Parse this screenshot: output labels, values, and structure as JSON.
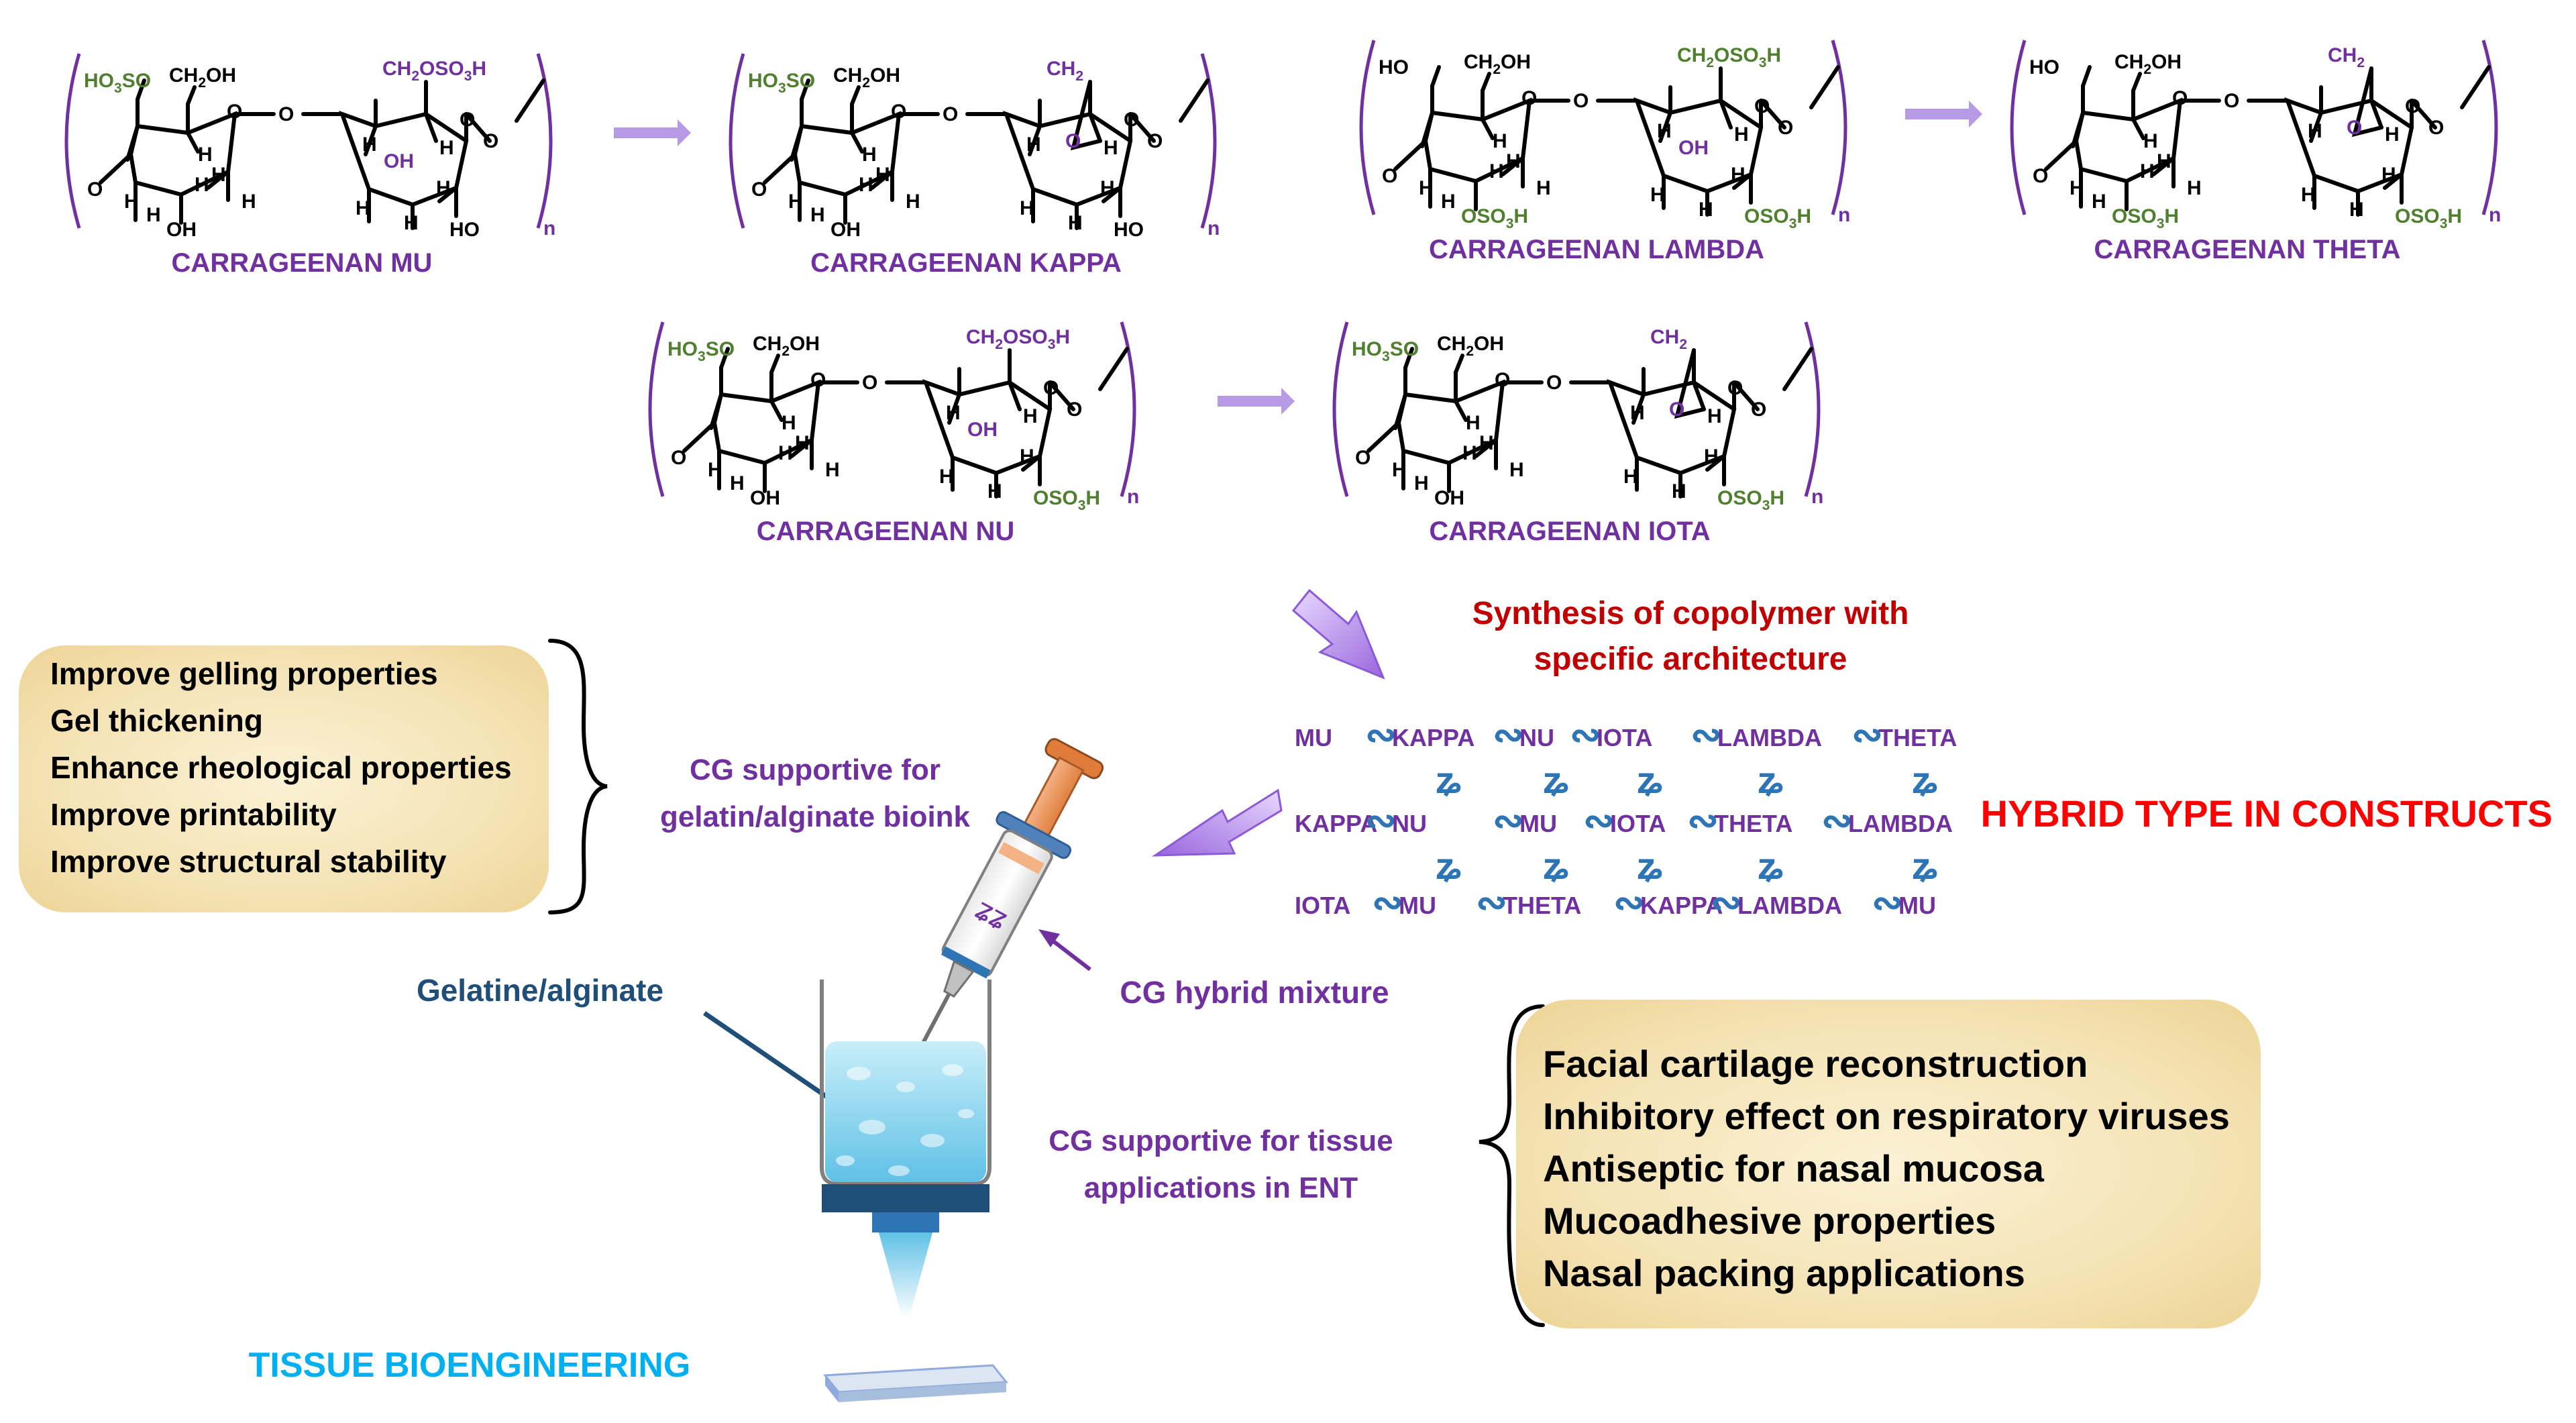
{
  "structures": [
    {
      "name": "CARRAGEENAN MU",
      "top": {
        "left": "HO3SO",
        "left_color": "green",
        "mid": "CH2OH",
        "right": "CH2OSO3H",
        "right_color": "purple",
        "bridge": false
      },
      "bottom": {
        "ring1": "OH",
        "ring2_upper": "OH",
        "ring2_upper_color": "purple",
        "ring2": "HO",
        "ring2_color": "black"
      }
    },
    {
      "name": "CARRAGEENAN KAPPA",
      "top": {
        "left": "HO3SO",
        "left_color": "green",
        "mid": "CH2OH",
        "right": "CH2",
        "right_color": "purple",
        "bridge": true
      },
      "bottom": {
        "ring1": "OH",
        "ring2_upper": "",
        "ring2_upper_color": "purple",
        "ring2": "HO",
        "ring2_color": "black"
      }
    },
    {
      "name": "CARRAGEENAN LAMBDA",
      "top": {
        "left": "HO",
        "left_color": "black",
        "mid": "CH2OH",
        "right": "CH2OSO3H",
        "right_color": "green",
        "bridge": false
      },
      "bottom": {
        "ring1": "OSO3H",
        "ring2_upper": "OH",
        "ring2_upper_color": "purple",
        "ring2": "OSO3H",
        "ring2_color": "green"
      }
    },
    {
      "name": "CARRAGEENAN THETA",
      "top": {
        "left": "HO",
        "left_color": "black",
        "mid": "CH2OH",
        "right": "CH2",
        "right_color": "purple",
        "bridge": true
      },
      "bottom": {
        "ring1": "OSO3H",
        "ring2_upper": "",
        "ring2_upper_color": "purple",
        "ring2": "OSO3H",
        "ring2_color": "green"
      }
    },
    {
      "name": "CARRAGEENAN NU",
      "top": {
        "left": "HO3SO",
        "left_color": "green",
        "mid": "CH2OH",
        "right": "CH2OSO3H",
        "right_color": "purple",
        "bridge": false
      },
      "bottom": {
        "ring1": "OH",
        "ring2_upper": "OH",
        "ring2_upper_color": "purple",
        "ring2": "OSO3H",
        "ring2_color": "green"
      }
    },
    {
      "name": "CARRAGEENAN IOTA",
      "top": {
        "left": "HO3SO",
        "left_color": "green",
        "mid": "CH2OH",
        "right": "CH2",
        "right_color": "purple",
        "bridge": true
      },
      "bottom": {
        "ring1": "OH",
        "ring2_upper": "",
        "ring2_upper_color": "purple",
        "ring2": "OSO3H",
        "ring2_color": "green"
      }
    }
  ],
  "subscript_n": "n",
  "synthesis": {
    "line1": "Synthesis of copolymer with",
    "line2": "specific architecture"
  },
  "hybrid_title": "HYBRID TYPE IN CONSTRUCTS",
  "chain_rows": [
    [
      "MU",
      "KAPPA",
      "NU",
      "IOTA",
      "LAMBDA",
      "THETA"
    ],
    [
      "KAPPA",
      "NU",
      "MU",
      "IOTA",
      "THETA",
      "LAMBDA"
    ],
    [
      "IOTA",
      "MU",
      "THETA",
      "KAPPA",
      "LAMBDA",
      "MU"
    ]
  ],
  "left_box": {
    "items": [
      "Improve gelling properties",
      "Gel thickening",
      "Enhance rheological properties",
      "Improve printability",
      "Improve structural  stability"
    ]
  },
  "bioink_caption": {
    "line1": "CG supportive for",
    "line2": "gelatin/alginate bioink"
  },
  "gelatine_label": "Gelatine/alginate",
  "hybrid_mixture_label": "CG hybrid mixture",
  "tissue_caption": {
    "line1": "CG supportive for tissue",
    "line2": "applications  in ENT"
  },
  "right_box": {
    "items": [
      "Facial cartilage reconstruction",
      "Inhibitory effect on respiratory viruses",
      "Antiseptic for nasal mucosa",
      "Mucoadhesive properties",
      "Nasal packing applications"
    ]
  },
  "footer_title": "TISSUE BIOENGINEERING",
  "colors": {
    "purple": "#7030a0",
    "green": "#4f7f2f",
    "red": "#c00000",
    "bright_red": "#ff0000",
    "blue": "#2e75b6",
    "dark_blue": "#1f4e79",
    "cyan": "#00b0f0",
    "box_fill": "#f6e7bd"
  }
}
